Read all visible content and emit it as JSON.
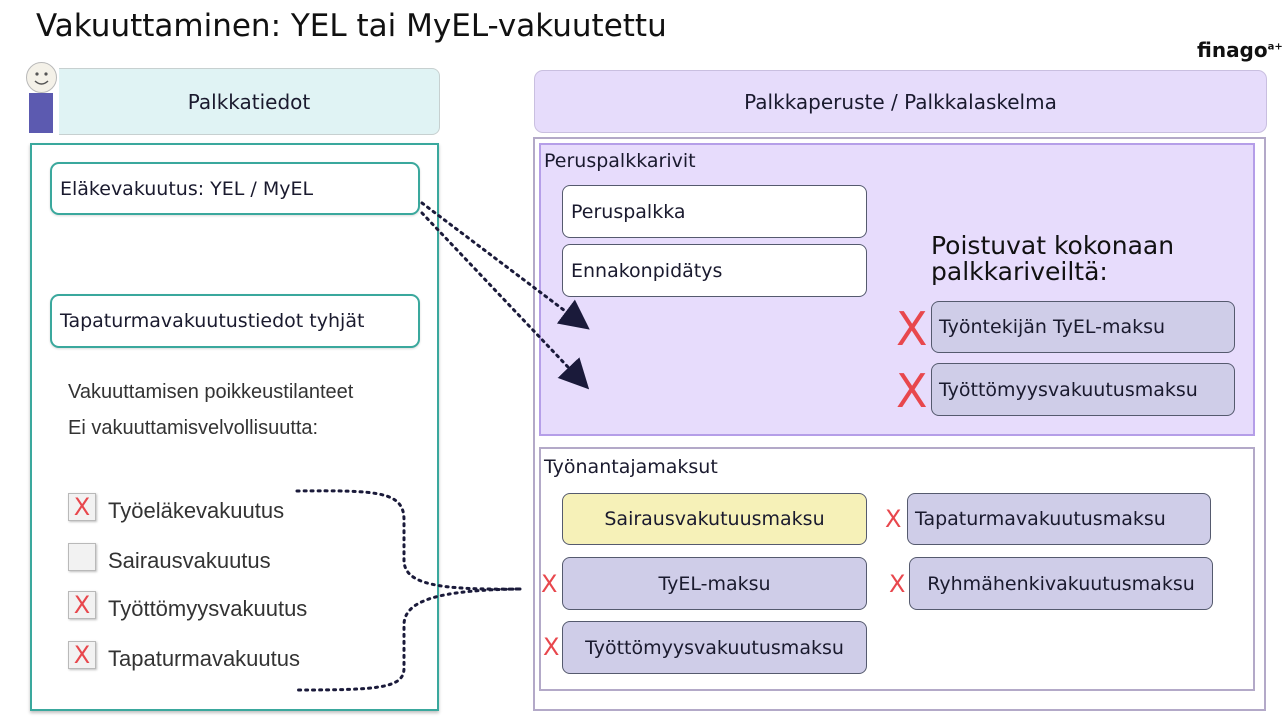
{
  "title": "Vakuuttaminen: YEL tai MyEL-vakuutettu",
  "logo": {
    "text": "finago",
    "sup": "a+"
  },
  "left": {
    "header": "Palkkatiedot",
    "box1": "Eläkevakuutus: YEL / MyEL",
    "box2": "Tapaturmavakuutustiedot tyhjät",
    "note_line1": "Vakuuttamisen poikkeustilanteet",
    "note_line2": "Ei vakuuttamisvelvollisuutta:",
    "checkboxes": [
      {
        "label": "Työeläkevakuutus",
        "mark": "X"
      },
      {
        "label": "Sairausvakuutus",
        "mark": ""
      },
      {
        "label": "Työttömyysvakuutus",
        "mark": "X"
      },
      {
        "label": "Tapaturmavakuutus",
        "mark": "X"
      }
    ]
  },
  "right": {
    "header": "Palkkaperuste / Palkkalaskelma",
    "base": {
      "title": "Peruspalkkarivit",
      "rows": [
        "Peruspalkka",
        "Ennakonpidätys"
      ],
      "removed_title": "Poistuvat kokonaan palkkariveiltä:",
      "removed": [
        "Työntekijän TyEL-maksu",
        "Työttömyysvakuutusmaksu"
      ]
    },
    "employer": {
      "title": "Työnantajamaksut",
      "items": [
        "Sairausvakutuusmaksu",
        "Tapaturmavakuutusmaksu",
        "TyEL-maksu",
        "Ryhmähenkivakuutusmaksu",
        "Työttömyysvakuutusmaksu"
      ]
    }
  },
  "x_symbol": "X",
  "colors": {
    "teal": "#3aa89d",
    "lavender": "#cfcde8",
    "purple_bg": "#e7dcfc",
    "yellow": "#f6f1b8",
    "red_x": "#e8474d"
  }
}
